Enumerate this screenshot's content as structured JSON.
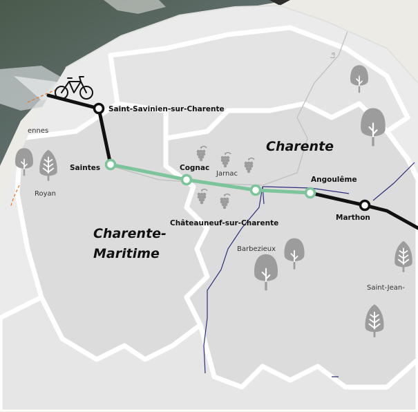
{
  "regions": {
    "charente": "Charente",
    "charente_maritime_line1": "Charente-",
    "charente_maritime_line2": "Maritime"
  },
  "stops": {
    "saint_savinien": "Saint-Savinien-sur-Charente",
    "saintes": "Saintes",
    "cognac": "Cognac",
    "chateauneuf": "Châteauneuf-sur-Charente",
    "angouleme": "Angoulême",
    "marthon": "Marthon"
  },
  "towns": {
    "royan": "Royan",
    "jarnac": "Jarnac",
    "barbezieux": "Barbezieux",
    "saint_jean": "Saint-Jean-",
    "partial_left": "ennes"
  },
  "road_label": "La",
  "icons": [
    "bicycle-icon",
    "tree-icon",
    "grapes-icon",
    "pine-tree-icon"
  ],
  "colors": {
    "background": "#ecebe6",
    "map_land": "#d8d8d8",
    "map_circle": "#ebebeb",
    "route_black": "#111111",
    "route_green": "#7cc59a",
    "river": "#2b2d7d",
    "icon_gray": "#9c9c9c",
    "dashed_line": "#e87a2c"
  }
}
